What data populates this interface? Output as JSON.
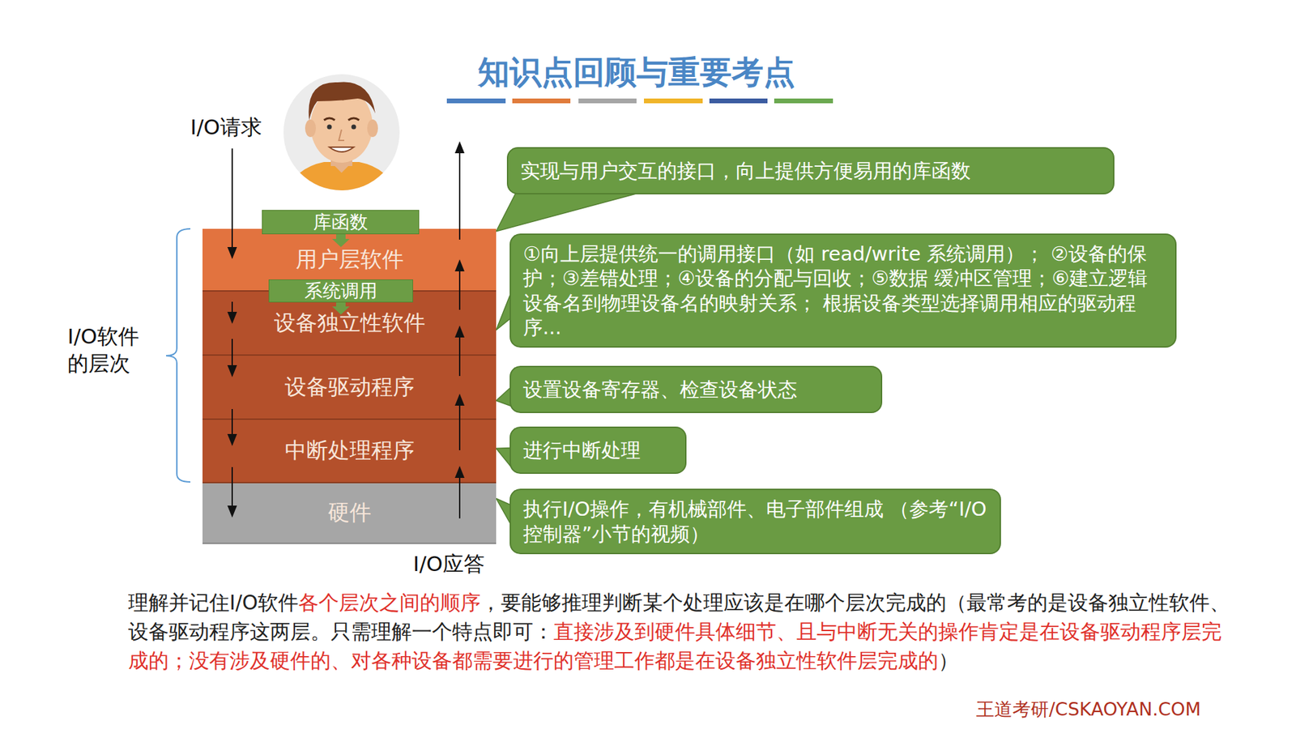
{
  "diagram": {
    "title": "知识点回顾与重要考点",
    "nodes": [
      {
        "text": [
          "用户层软件"
        ]
      },
      {
        "text": [
          "库函数"
        ]
      },
      {
        "text": [
          "系统调用"
        ]
      },
      {
        "text": [
          "设备独立性软件"
        ]
      },
      {
        "text": [
          "设备驱动程序"
        ]
      },
      {
        "text": [
          "中断处理程序"
        ]
      },
      {
        "text": [
          "硬件"
        ]
      },
      {
        "text": [
          "实现与用户交互的接口，向上提供方便易用的库函数"
        ]
      },
      {
        "text": [
          "①向上层提供统一的调用接口（如 read/write 系统调用）； ②设备的保护；③差错处理；④设备的分配与回收；⑤数据 缓冲区管理；⑥建立逻辑设备名到物理设备名的映射关系； 根据设备类型选择调用相应的驱动程序..."
        ]
      },
      {
        "text": [
          "设置设备寄存器、检查设备状态"
        ]
      },
      {
        "text": [
          "进行中断处理"
        ]
      },
      {
        "text": [
          "执行I/O操作，有机械部件、电子部件组成 （参考“I/O控制器”小节的视频）"
        ]
      }
    ],
    "edges": [
      {
        "from": 7,
        "to": 0,
        "arrow": "none"
      },
      {
        "from": 8,
        "to": 3,
        "arrow": "none"
      },
      {
        "from": 9,
        "to": 4,
        "arrow": "none"
      },
      {
        "from": 10,
        "to": 5,
        "arrow": "none"
      },
      {
        "from": 11,
        "to": 6,
        "arrow": "none"
      }
    ],
    "labels": [
      "I/O请求",
      "I/O应答",
      "I/O软件 的层次",
      "理解并记住I/O软件",
      "各个层次之间的顺序",
      "，要能够推理判断某个处理应该是在哪个层次完成的（最常考的是设备独立性软件、设备驱动程序这两层。只需理解一个特点即可：",
      "直接涉及到硬件具体细节、且与中断无关的操作肯定是在设备驱动程序层完成的；没有涉及硬件的、对各种设备都需要进行的管理工作都是在设备独立性软件层完成的",
      "）",
      "王道考研/CSKAOYAN.COM"
    ]
  }
}
